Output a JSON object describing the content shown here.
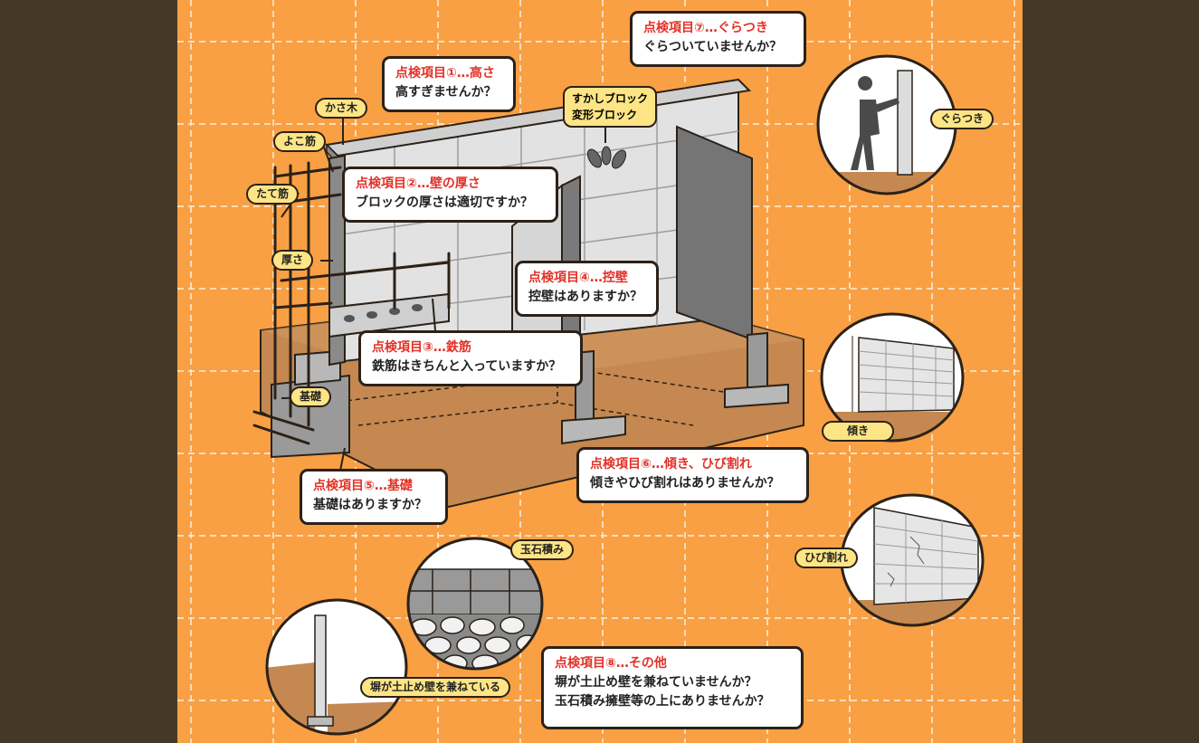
{
  "items": {
    "i1": {
      "title": "点検項目①…高さ",
      "q": "高すぎませんか？"
    },
    "i2": {
      "title": "点検項目②…壁の厚さ",
      "q": "ブロックの厚さは適切ですか？"
    },
    "i3": {
      "title": "点検項目③…鉄筋",
      "q": "鉄筋はきちんと入っていますか？"
    },
    "i4": {
      "title": "点検項目④…控壁",
      "q": "控壁はありますか？"
    },
    "i5": {
      "title": "点検項目⑤…基礎",
      "q": "基礎はありますか？"
    },
    "i6": {
      "title": "点検項目⑥…傾き、ひび割れ",
      "q": "傾きやひび割れはありませんか？"
    },
    "i7": {
      "title": "点検項目⑦…ぐらつき",
      "q": "ぐらついていませんか？"
    },
    "i8": {
      "title": "点検項目⑧…その他",
      "q1": "塀が土止め壁を兼ねていませんか？",
      "q2": "玉石積み擁壁等の上にありませんか？"
    }
  },
  "labels": {
    "kasagi": "かさ木",
    "yokokin": "よこ筋",
    "tatekin": "たて筋",
    "atsusa": "厚さ",
    "kiso": "基礎",
    "sukashi1": "すかしブロック",
    "sukashi2": "変形ブロック",
    "guratsuki": "ぐらつき",
    "katamuki": "傾き",
    "hibiware": "ひび割れ",
    "tamaishi": "玉石積み",
    "dodome": "塀が土止め壁を兼ねている"
  },
  "colors": {
    "background": "#463827",
    "panel": "#f8a043",
    "title_red": "#e33127",
    "tag_yellow": "#fde585",
    "outline": "#2b2118",
    "block_light": "#e2e2e2",
    "block_dark": "#757575",
    "soil": "#c48850"
  }
}
